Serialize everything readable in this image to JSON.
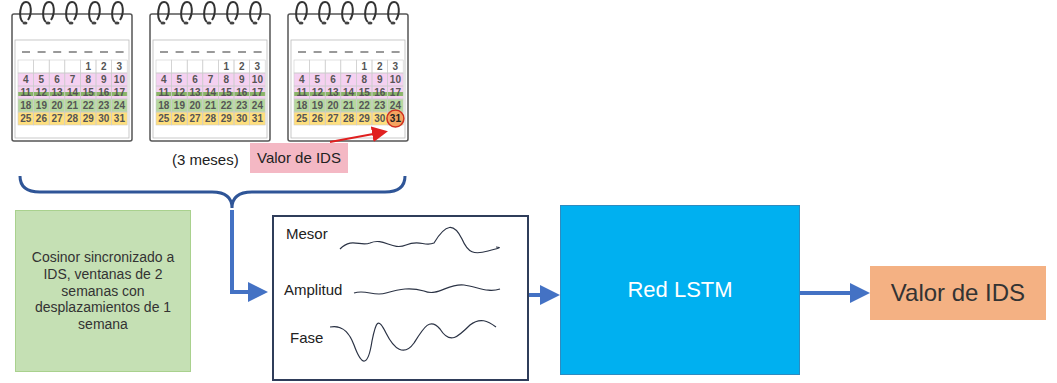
{
  "diagram": {
    "nodes": [
      {
        "text": [
          "Valor de IDS"
        ]
      },
      {
        "text": [
          "Cosinor sincronizado a IDS, ventanas de 2 semanas con desplazamientos de 1 semana"
        ]
      },
      {
        "text": [
          "Mesor",
          "Amplitud",
          "Fase"
        ]
      },
      {
        "text": [
          "Red LSTM"
        ]
      },
      {
        "text": [
          "Valor de IDS"
        ]
      }
    ],
    "edges": [
      {
        "from": 2,
        "to": 3,
        "arrow": "to"
      },
      {
        "from": 3,
        "to": 4,
        "arrow": "to"
      }
    ],
    "labels": [
      "(3 meses)",
      "1",
      "2",
      "3",
      "4",
      "5",
      "6",
      "7",
      "8",
      "9",
      "10",
      "11",
      "12",
      "13",
      "14",
      "15",
      "16",
      "17",
      "18",
      "19",
      "20",
      "21",
      "22",
      "23",
      "24",
      "25",
      "26",
      "27",
      "28",
      "29",
      "30",
      "31",
      "1",
      "2",
      "3",
      "4",
      "5",
      "6",
      "7",
      "8",
      "9",
      "10",
      "11",
      "12",
      "13",
      "14",
      "15",
      "16",
      "17",
      "18",
      "19",
      "20",
      "21",
      "22",
      "23",
      "24",
      "25",
      "26",
      "27",
      "28",
      "29",
      "30",
      "31",
      "1",
      "2",
      "3",
      "4",
      "5",
      "6",
      "7",
      "8",
      "9",
      "10",
      "11",
      "12",
      "13",
      "14",
      "15",
      "16",
      "17",
      "18",
      "19",
      "20",
      "21",
      "22",
      "23",
      "24",
      "25",
      "26",
      "27",
      "28",
      "29",
      "30",
      "31"
    ]
  }
}
